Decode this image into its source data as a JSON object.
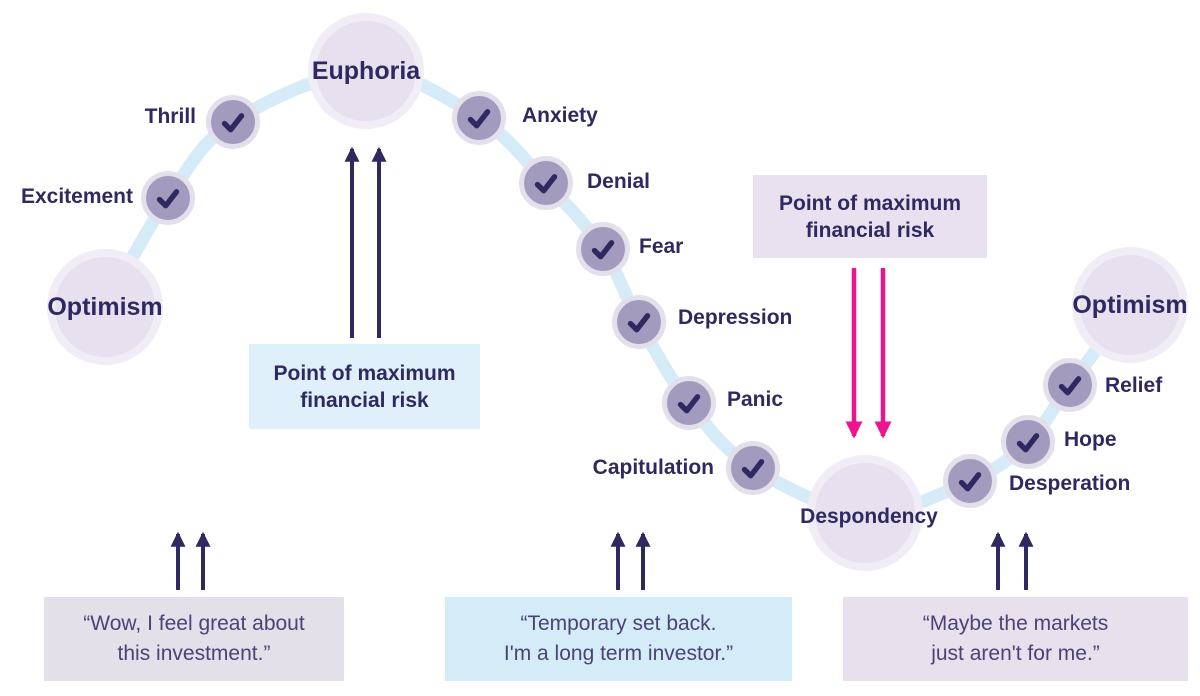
{
  "diagram": {
    "name": "Cycle of market emotions",
    "stages": [
      {
        "label": "Optimism",
        "type": "milestone"
      },
      {
        "label": "Excitement",
        "type": "checkpoint",
        "icon": "checkmark"
      },
      {
        "label": "Thrill",
        "type": "checkpoint",
        "icon": "checkmark"
      },
      {
        "label": "Euphoria",
        "type": "milestone"
      },
      {
        "label": "Anxiety",
        "type": "checkpoint",
        "icon": "checkmark"
      },
      {
        "label": "Denial",
        "type": "checkpoint",
        "icon": "checkmark"
      },
      {
        "label": "Fear",
        "type": "checkpoint",
        "icon": "checkmark"
      },
      {
        "label": "Depression",
        "type": "checkpoint",
        "icon": "checkmark"
      },
      {
        "label": "Panic",
        "type": "checkpoint",
        "icon": "checkmark"
      },
      {
        "label": "Capitulation",
        "type": "checkpoint",
        "icon": "checkmark"
      },
      {
        "label": "Despondency",
        "type": "milestone"
      },
      {
        "label": "Desperation",
        "type": "checkpoint",
        "icon": "checkmark"
      },
      {
        "label": "Hope",
        "type": "checkpoint",
        "icon": "checkmark"
      },
      {
        "label": "Relief",
        "type": "checkpoint",
        "icon": "checkmark"
      },
      {
        "label": "Optimism",
        "type": "milestone"
      }
    ],
    "risk_callouts": [
      {
        "line1": "Point of maximum",
        "line2": "financial risk",
        "variant": "blue",
        "arrow_direction": "up",
        "points_at": "Euphoria"
      },
      {
        "line1": "Point of maximum",
        "line2": "financial risk",
        "variant": "lavender",
        "arrow_direction": "down",
        "points_at": "Despondency"
      }
    ],
    "quotes": [
      {
        "line1": "“Wow, I feel great about",
        "line2": "this investment.”",
        "variant": "gray"
      },
      {
        "line1": "“Temporary set back.",
        "line2": "I'm a long term investor.”",
        "variant": "blue"
      },
      {
        "line1": "“Maybe the markets",
        "line2": "just aren't for me.”",
        "variant": "lavender"
      }
    ],
    "colors": {
      "curve": "#D5EBF8",
      "milestone_fill": "#E6E0EF",
      "milestone_ring": "#F0EDF6",
      "checkpoint_fill": "#A39BBE",
      "checkpoint_ring": "#E4E0EB",
      "checkmark": "#2E2960",
      "label_text": "#2E2960",
      "quote_text": "#4B4375",
      "arrow_navy": "#2E2960",
      "arrow_pink": "#EE148E",
      "box_blue": "#DFF0FB",
      "box_lavender": "#E9E1F0",
      "quote_box_gray": "#E4E0E9",
      "quote_box_blue": "#D4EBF8",
      "quote_box_lavender": "#E8E1ED"
    }
  }
}
